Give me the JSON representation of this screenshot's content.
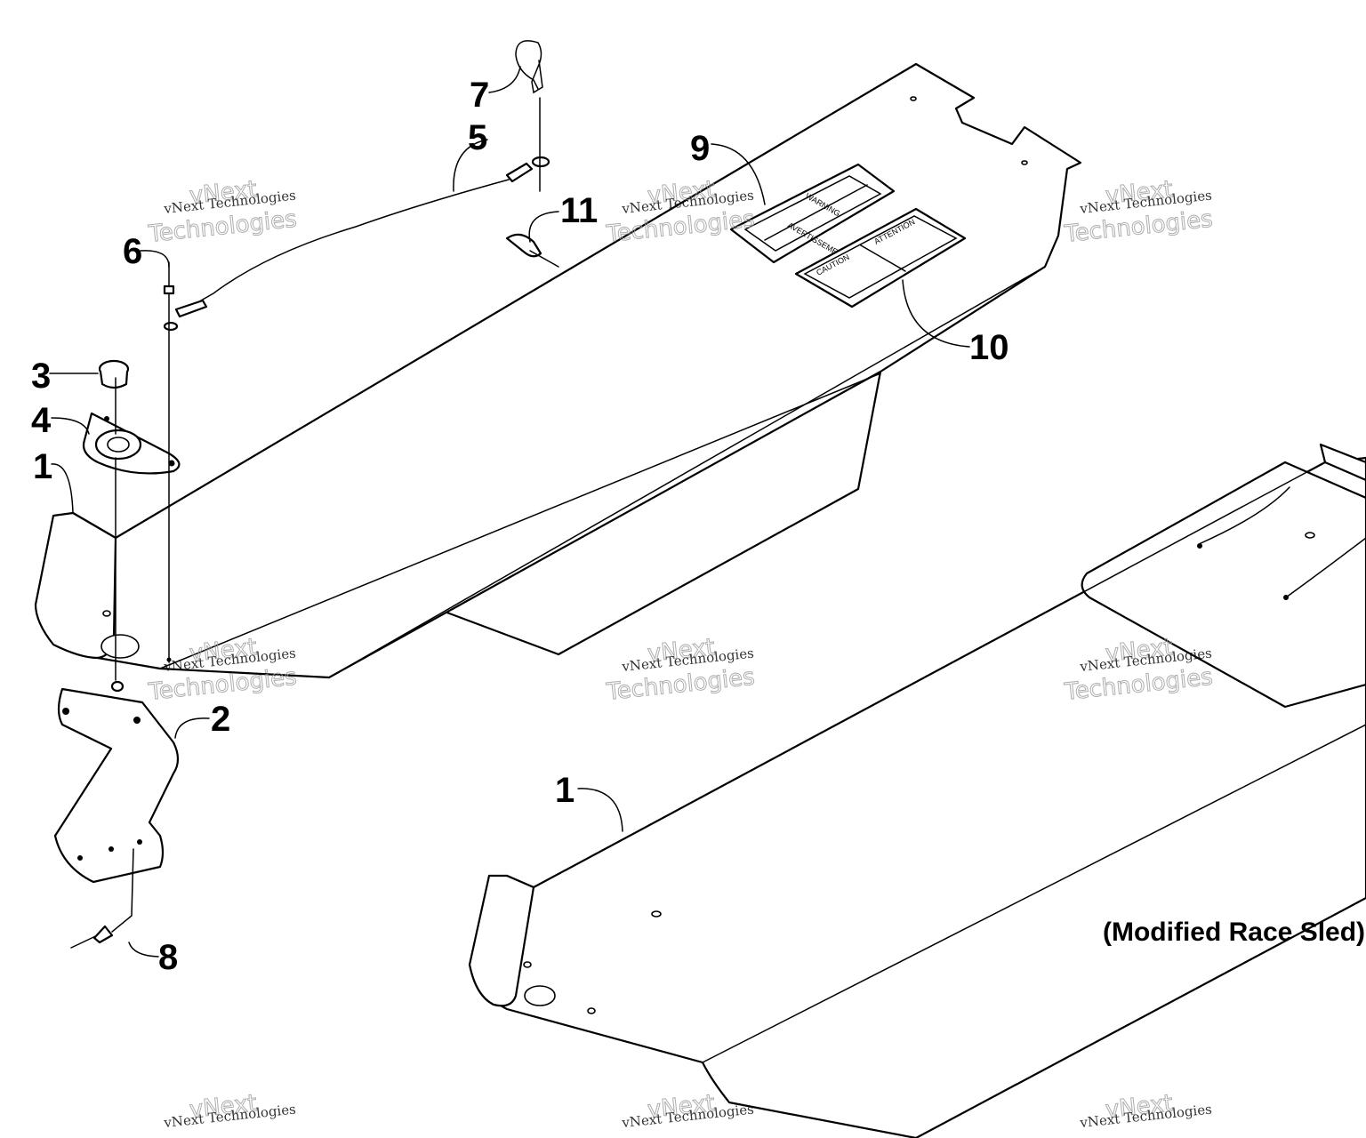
{
  "diagram": {
    "callouts": [
      "7",
      "5",
      "9",
      "11",
      "6",
      "3",
      "4",
      "1",
      "10",
      "2",
      "8",
      "1"
    ],
    "caption": "(Modified Race Sled)",
    "decals": {
      "warning_top": "WARNING",
      "warning_mid": "AVERTISSEMENT",
      "caution": "CAUTION",
      "attention": "ATTENTION"
    }
  },
  "watermark": {
    "line_small": "vNext Technologies",
    "line_big": "Technologies",
    "top": "vNext"
  }
}
